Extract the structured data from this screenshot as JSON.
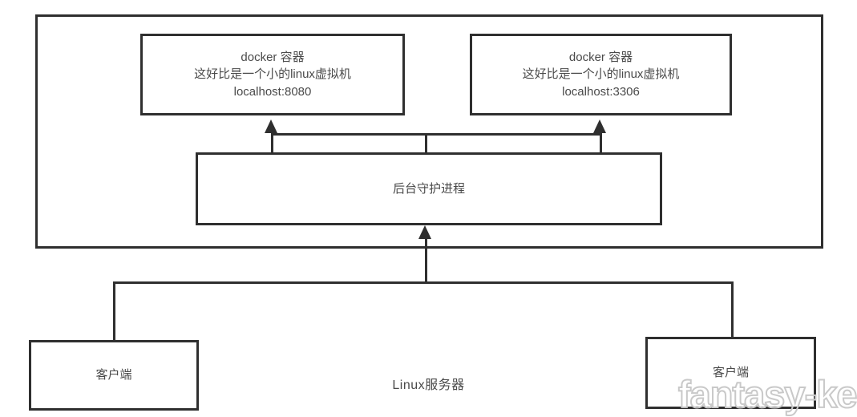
{
  "diagram": {
    "title": "Docker architecture on a Linux server",
    "server": {
      "label": "Linux服务器"
    },
    "containers": [
      {
        "name": "docker-container-1",
        "line1": "docker 容器",
        "line2": "这好比是一个小的linux虚拟机",
        "line3": "localhost:8080"
      },
      {
        "name": "docker-container-2",
        "line1": "docker 容器",
        "line2": "这好比是一个小的linux虚拟机",
        "line3": "localhost:3306"
      }
    ],
    "daemon": {
      "label": "后台守护进程"
    },
    "clients": [
      {
        "name": "client-left",
        "label": "客户端"
      },
      {
        "name": "client-right",
        "label": "客户端"
      }
    ],
    "watermark": {
      "text": "fantasy-ke"
    },
    "colors": {
      "stroke": "#2f2f2f",
      "text": "#4a4a4a",
      "background": "#ffffff",
      "watermark_stroke": "#c9c9c9"
    }
  }
}
